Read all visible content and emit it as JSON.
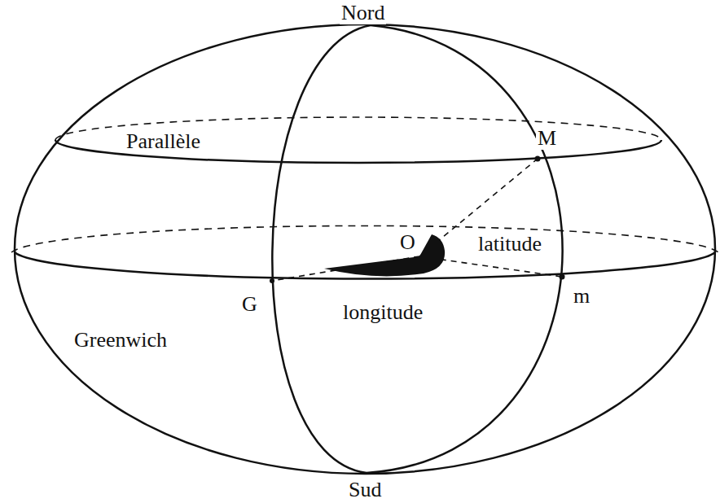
{
  "diagram": {
    "labels": [
      "Nord",
      "Parallèle",
      "M",
      "O",
      "latitude",
      "G",
      "m",
      "Greenwich",
      "longitude",
      "Sud"
    ]
  }
}
